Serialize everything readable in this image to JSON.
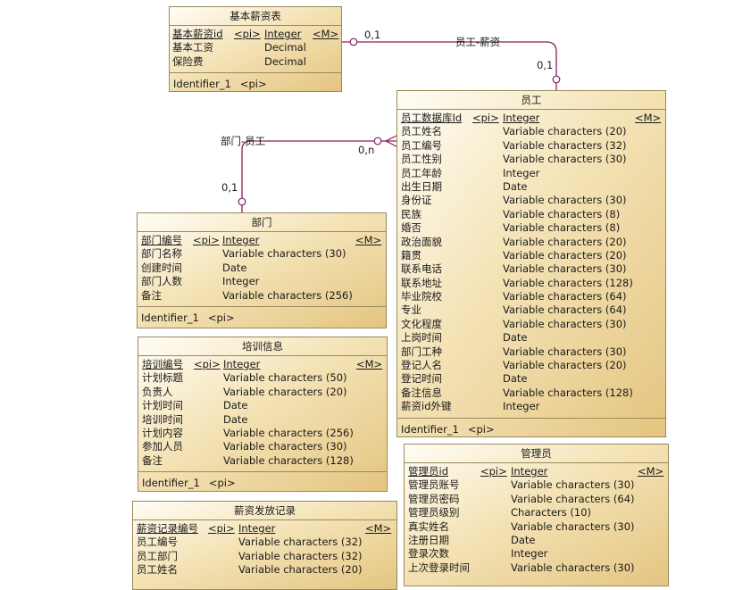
{
  "colors": {
    "link": "#8b1e5b",
    "entity_border": "#9a8a5a",
    "entity_fill_light": "#fffdf6",
    "entity_fill_dark": "#e4c581"
  },
  "entities": {
    "salary_table": {
      "title": "基本薪资表",
      "rows": [
        {
          "name": "基本薪资id",
          "pi": "<pi>",
          "type": "Integer",
          "mandatory": "<M>"
        },
        {
          "name": "基本工资",
          "type": "Decimal"
        },
        {
          "name": "保险费",
          "type": "Decimal"
        }
      ],
      "identifier": {
        "name": "Identifier_1",
        "pi": "<pi>"
      }
    },
    "employee": {
      "title": "员工",
      "rows": [
        {
          "name": "员工数据库Id",
          "pi": "<pi>",
          "type": "Integer",
          "mandatory": "<M>"
        },
        {
          "name": "员工姓名",
          "type": "Variable characters (20)"
        },
        {
          "name": "员工编号",
          "type": "Variable characters (32)"
        },
        {
          "name": "员工性别",
          "type": "Variable characters (30)"
        },
        {
          "name": "员工年龄",
          "type": "Integer"
        },
        {
          "name": "出生日期",
          "type": "Date"
        },
        {
          "name": "身份证",
          "type": "Variable characters (30)"
        },
        {
          "name": "民族",
          "type": "Variable characters (8)"
        },
        {
          "name": "婚否",
          "type": "Variable characters (8)"
        },
        {
          "name": "政治面貌",
          "type": "Variable characters (20)"
        },
        {
          "name": "籍贯",
          "type": "Variable characters (20)"
        },
        {
          "name": "联系电话",
          "type": "Variable characters (30)"
        },
        {
          "name": "联系地址",
          "type": "Variable characters (128)"
        },
        {
          "name": "毕业院校",
          "type": "Variable characters (64)"
        },
        {
          "name": "专业",
          "type": "Variable characters (64)"
        },
        {
          "name": "文化程度",
          "type": "Variable characters (30)"
        },
        {
          "name": "上岗时间",
          "type": "Date"
        },
        {
          "name": "部门工种",
          "type": "Variable characters (30)"
        },
        {
          "name": "登记人名",
          "type": "Variable characters (20)"
        },
        {
          "name": "登记时间",
          "type": "Date"
        },
        {
          "name": "备注信息",
          "type": "Variable characters (128)"
        },
        {
          "name": "薪资id外键",
          "type": "Integer"
        }
      ],
      "identifier": {
        "name": "Identifier_1",
        "pi": "<pi>"
      }
    },
    "department": {
      "title": "部门",
      "rows": [
        {
          "name": "部门编号",
          "pi": "<pi>",
          "type": "Integer",
          "mandatory": "<M>"
        },
        {
          "name": "部门名称",
          "type": "Variable characters (30)"
        },
        {
          "name": "创建时间",
          "type": "Date"
        },
        {
          "name": "部门人数",
          "type": "Integer"
        },
        {
          "name": "备注",
          "type": "Variable characters (256)"
        }
      ],
      "identifier": {
        "name": "Identifier_1",
        "pi": "<pi>"
      }
    },
    "training": {
      "title": "培训信息",
      "rows": [
        {
          "name": "培训编号",
          "pi": "<pi>",
          "type": "Integer",
          "mandatory": "<M>"
        },
        {
          "name": "计划标题",
          "type": "Variable characters (50)"
        },
        {
          "name": "负责人",
          "type": "Variable characters (20)"
        },
        {
          "name": "计划时间",
          "type": "Date"
        },
        {
          "name": "培训时间",
          "type": "Date"
        },
        {
          "name": "计划内容",
          "type": "Variable characters (256)"
        },
        {
          "name": "参加人员",
          "type": "Variable characters (30)"
        },
        {
          "name": "备注",
          "type": "Variable characters (128)"
        }
      ],
      "identifier": {
        "name": "Identifier_1",
        "pi": "<pi>"
      }
    },
    "admin": {
      "title": "管理员",
      "rows": [
        {
          "name": "管理员id",
          "pi": "<pi>",
          "type": "Integer",
          "mandatory": "<M>"
        },
        {
          "name": "管理员账号",
          "type": "Variable characters (30)"
        },
        {
          "name": "管理员密码",
          "type": "Variable characters (64)"
        },
        {
          "name": "管理员级别",
          "type": "Characters (10)"
        },
        {
          "name": "真实姓名",
          "type": "Variable characters (30)"
        },
        {
          "name": "注册日期",
          "type": "Date"
        },
        {
          "name": "登录次数",
          "type": "Integer"
        },
        {
          "name": "上次登录时间",
          "type": "Variable characters (30)"
        }
      ]
    },
    "payroll": {
      "title": "薪资发放记录",
      "rows": [
        {
          "name": "薪资记录编号",
          "pi": "<pi>",
          "type": "Integer",
          "mandatory": "<M>"
        },
        {
          "name": "员工编号",
          "type": "Variable characters (32)"
        },
        {
          "name": "员工部门",
          "type": "Variable characters (32)"
        },
        {
          "name": "员工姓名",
          "type": "Variable characters (20)"
        }
      ]
    }
  },
  "relationships": {
    "salary_employee": {
      "name": "员工-薪资",
      "card_salary": "0,1",
      "card_employee": "0,1"
    },
    "dept_employee": {
      "name": "部门-员工",
      "card_employee": "0,n",
      "card_dept": "0,1"
    }
  }
}
